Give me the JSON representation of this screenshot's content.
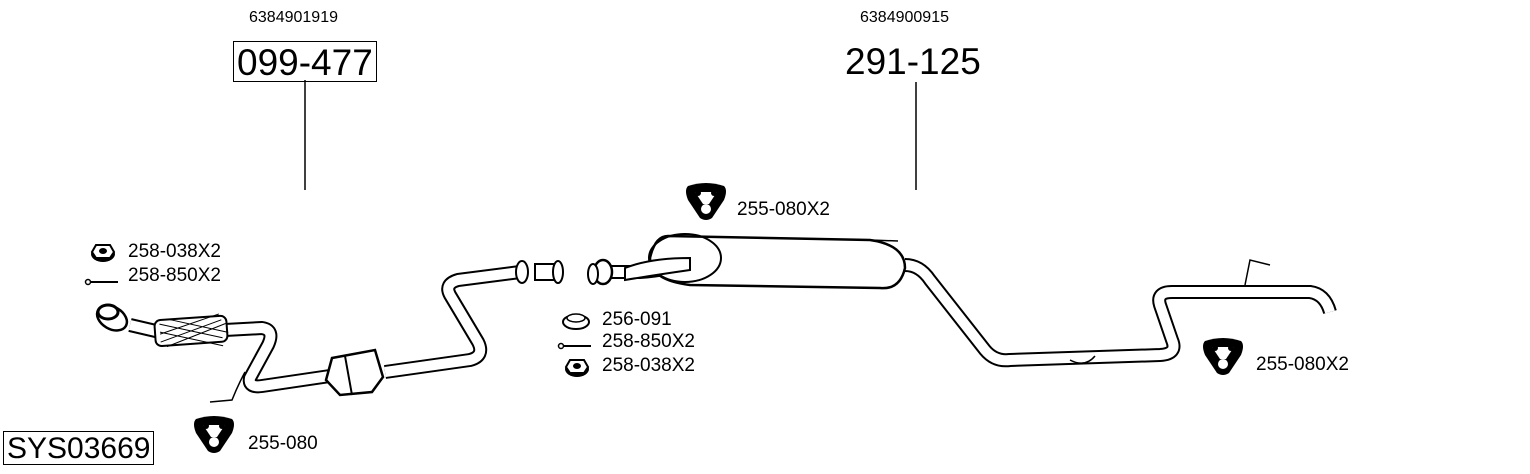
{
  "system_code": "SYS03669",
  "assemblies": [
    {
      "oe_number": "6384901919",
      "part_number": "099-477"
    },
    {
      "oe_number": "6384900915",
      "part_number": "291-125"
    }
  ],
  "fittings": {
    "front_nut": "258-038X2",
    "front_bolt": "258-850X2",
    "front_mount": "255-080",
    "middle_ring": "256-091",
    "middle_bolt": "258-850X2",
    "middle_nut": "258-038X2",
    "muffler_mount": "255-080X2",
    "rear_mount": "255-080X2"
  }
}
